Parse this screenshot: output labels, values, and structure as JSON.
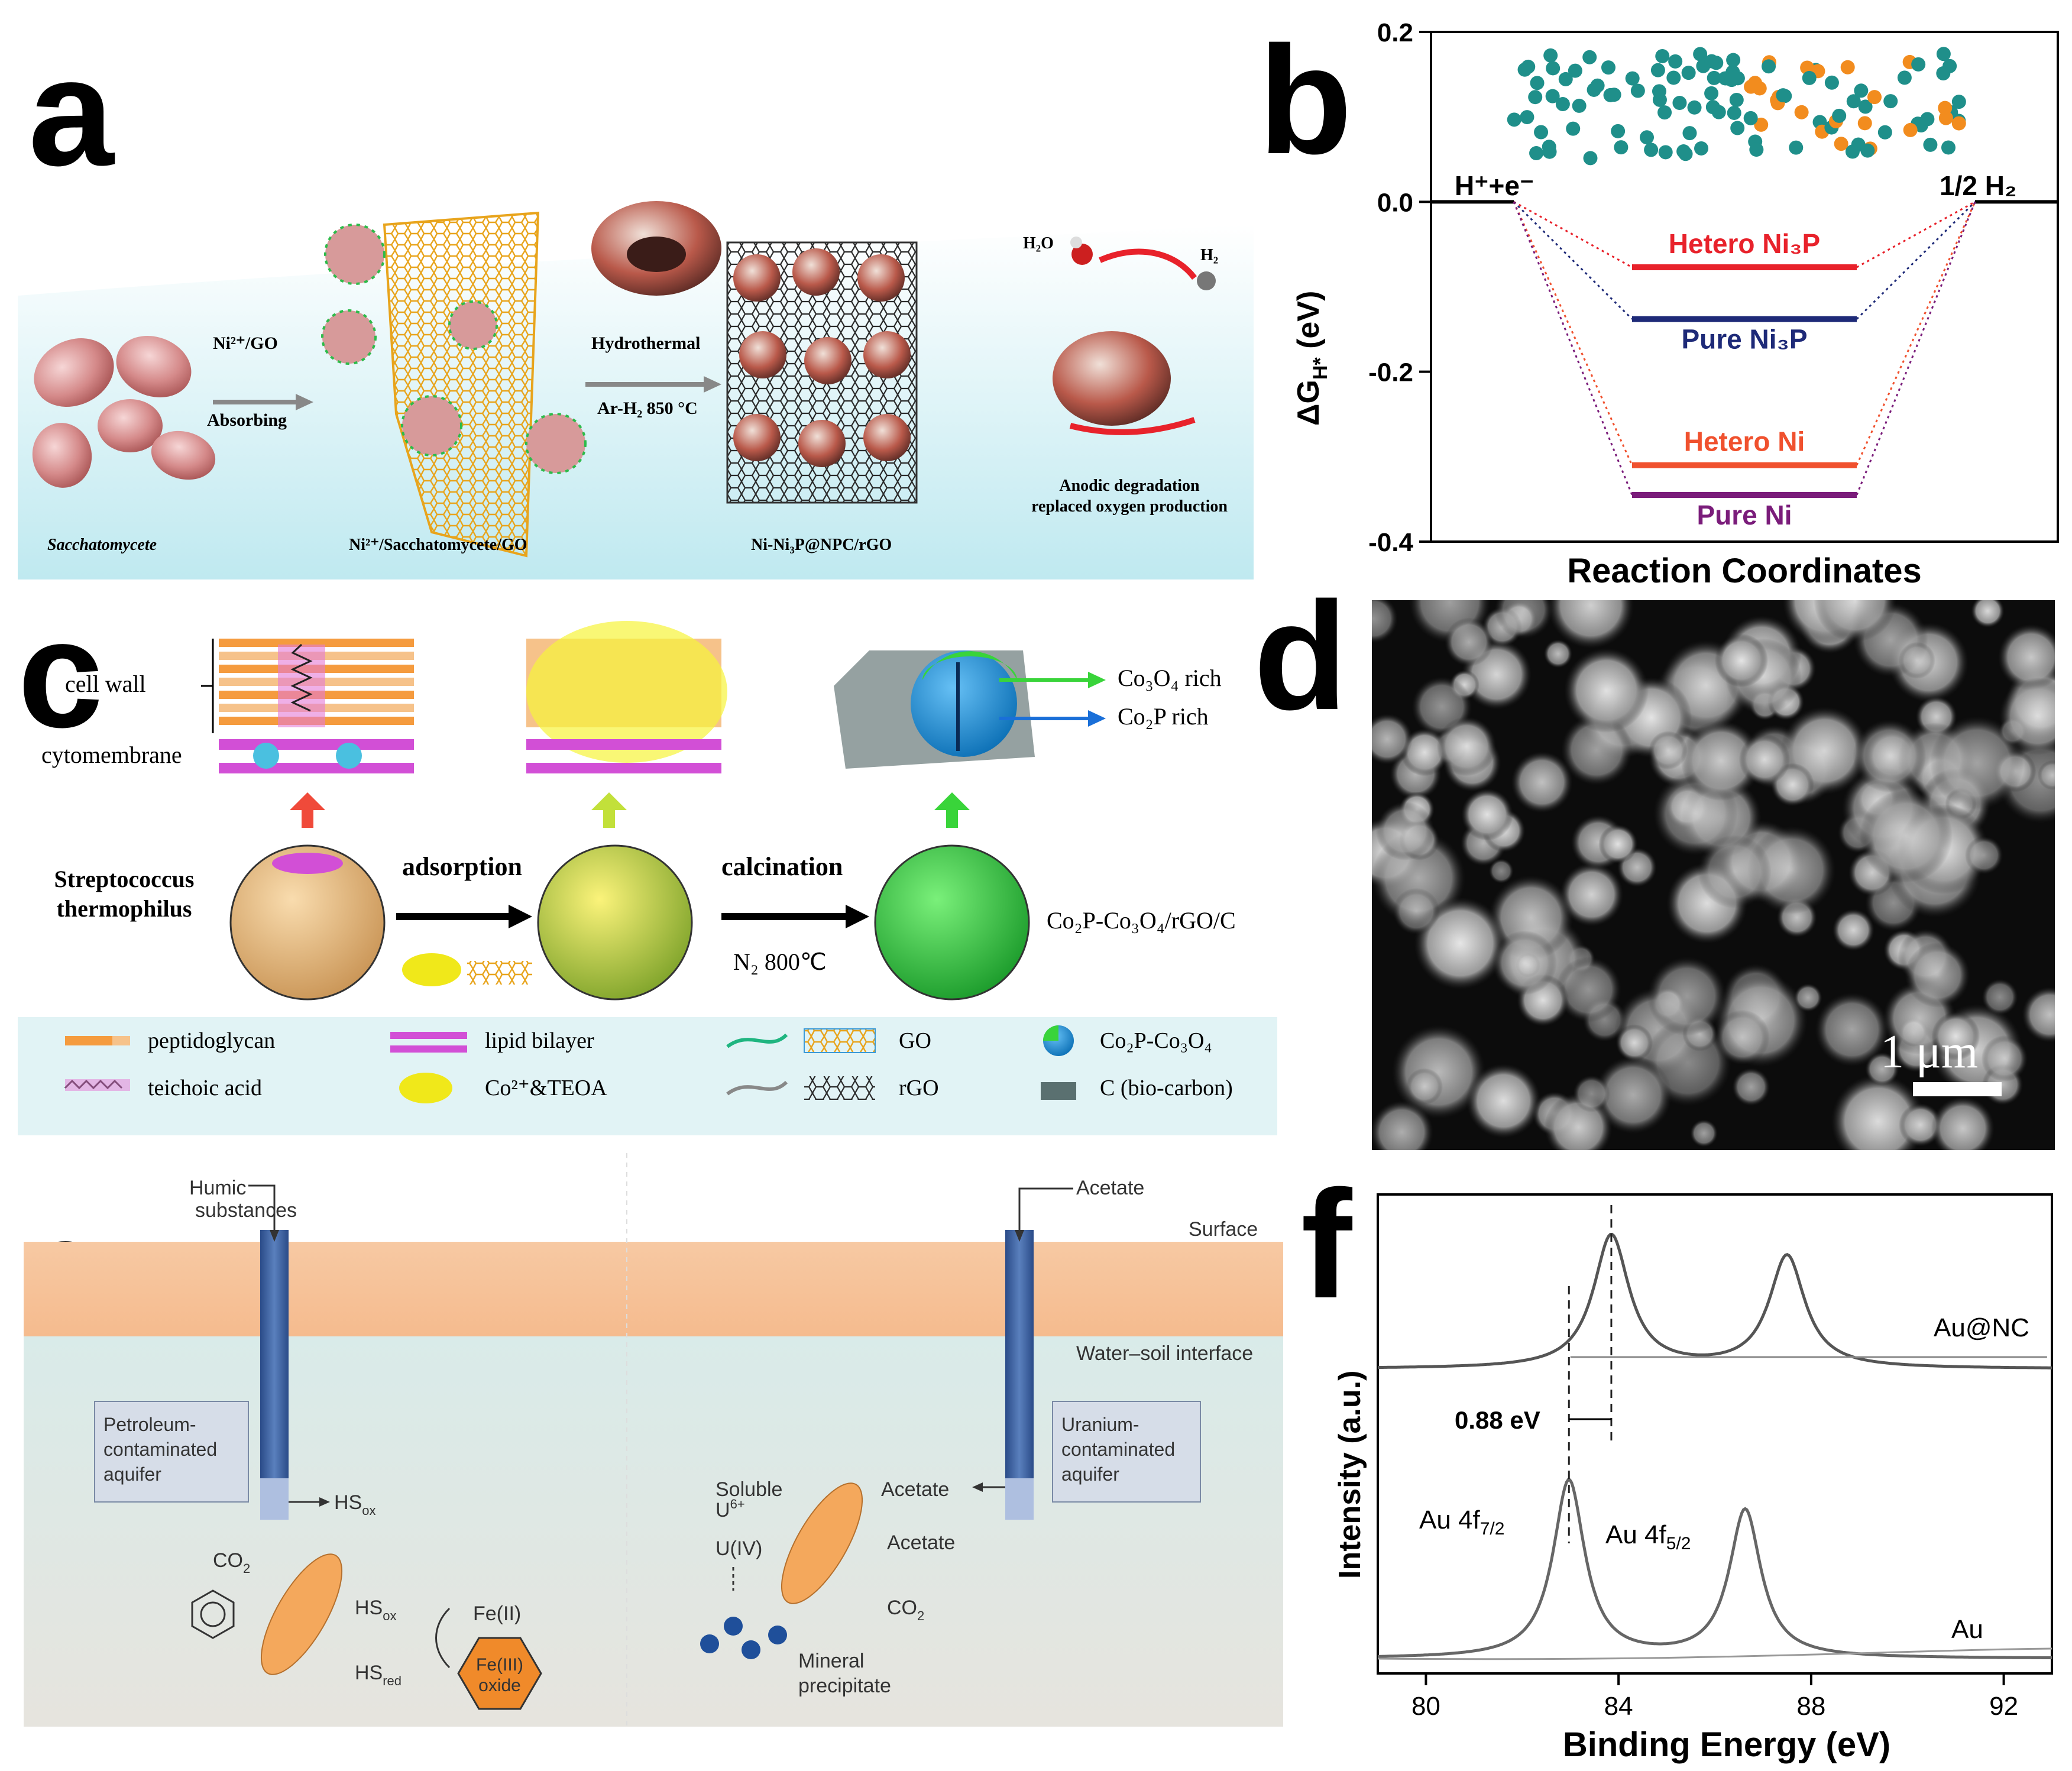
{
  "labels": {
    "a": "a",
    "b": "b",
    "c": "c",
    "d": "d",
    "e": "e",
    "f": "f"
  },
  "panel_a": {
    "step1_top": "Ni²⁺/GO",
    "step1_bottom": "Absorbing",
    "step2_top": "Hydrothermal",
    "step2_bottom": "Ar-H₂  850 °C",
    "h2o": "H₂O",
    "h2": "H₂",
    "anodic_1": "Anodic degradation",
    "anodic_2": "replaced oxygen production",
    "cap1": "Sacchatomycete",
    "cap2": "Ni²⁺/Sacchatomycete/GO",
    "cap3": "Ni-Ni₃P@NPC/rGO"
  },
  "panel_b": {
    "left": "H⁺+e⁻",
    "right": "1/2 H₂",
    "ylabel": "ΔG",
    "ylabel_sub": "H*",
    "ylabel_unit": " (eV)",
    "xlabel": "Reaction Coordinates",
    "chart_data": {
      "type": "line",
      "ylim": [
        -0.4,
        0.2
      ],
      "yticks": [
        "0.2",
        "0.0",
        "-0.2",
        "-0.4"
      ],
      "series": [
        {
          "name": "Hetero Ni₃P",
          "value": -0.077,
          "color": "#e8222b"
        },
        {
          "name": "Pure Ni₃P",
          "value": -0.138,
          "color": "#1e2a78"
        },
        {
          "name": "Hetero Ni",
          "value": -0.31,
          "color": "#f0512e"
        },
        {
          "name": "Pure Ni",
          "value": -0.345,
          "color": "#7a1c7a"
        }
      ]
    }
  },
  "panel_c": {
    "cell_wall": "cell wall",
    "cytomembrane": "cytomembrane",
    "co3o4_rich": "Co₃O₄ rich",
    "co2p_rich": "Co₂P rich",
    "organism_1": "Streptococcus",
    "organism_2": "thermophilus",
    "adsorption": "adsorption",
    "calcination": "calcination",
    "n2": "N₂  800℃",
    "product": "Co₂P-Co₃O₄/rGO/C",
    "legend": {
      "peptidoglycan": "peptidoglycan",
      "teichoic": "teichoic acid",
      "lipid": "lipid bilayer",
      "co_teoa": "Co²⁺&TEOA",
      "go": "GO",
      "rgo": "rGO",
      "co2p": "Co₂P-Co₃O₄",
      "biocarbon": "C (bio-carbon)"
    }
  },
  "panel_d": {
    "scale": "1 μm"
  },
  "panel_e": {
    "humic_1": "Humic",
    "humic_2": "substances",
    "acetate_top": "Acetate",
    "surface": "Surface",
    "interface": "Water–soil interface",
    "petro_1": "Petroleum-",
    "petro_2": "contaminated",
    "petro_3": "aquifer",
    "uran_1": "Uranium-",
    "uran_2": "contaminated",
    "uran_3": "aquifer",
    "hs_ox_out": "HS",
    "ox": "ox",
    "co2": "CO",
    "two": "2",
    "hs_ox": "HS",
    "hs_red": "HS",
    "red": "red",
    "fe2": "Fe(II)",
    "fe3_1": "Fe(III)",
    "fe3_2": "oxide",
    "soluble": "Soluble",
    "u6": "U",
    "u6sup": "6+",
    "u4": "U(IV)",
    "acetate_1": "Acetate",
    "acetate_2": "Acetate",
    "co2_right": "CO",
    "mineral_1": "Mineral",
    "mineral_2": "precipitate"
  },
  "panel_f": {
    "ylabel": "Intensity (a.u.)",
    "xlabel": "Binding Energy (eV)",
    "au_nc": "Au@NC",
    "au": "Au",
    "shift": "0.88 eV",
    "au7": "Au 4f",
    "au7sub": "7/2",
    "au5": "Au 4f",
    "au5sub": "5/2",
    "chart_data": {
      "type": "line",
      "xlim": [
        79,
        93
      ],
      "xticks": [
        "80",
        "84",
        "88",
        "92"
      ],
      "series": [
        {
          "name": "Au@NC",
          "peaks": [
            83.85,
            87.5
          ]
        },
        {
          "name": "Au",
          "peaks": [
            82.97,
            86.63
          ]
        }
      ],
      "shift_eV": 0.88
    }
  }
}
